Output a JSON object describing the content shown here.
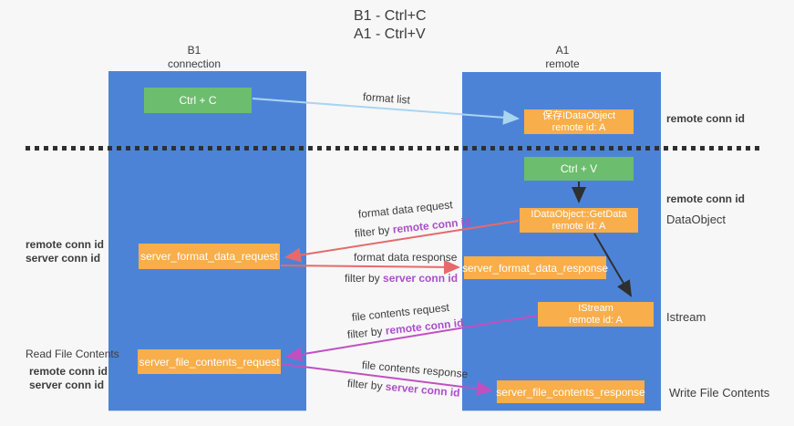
{
  "title": {
    "line1": "B1 - Ctrl+C",
    "line2": "A1 - Ctrl+V"
  },
  "lanes": {
    "left": {
      "name": "B1",
      "sub": "connection"
    },
    "right": {
      "name": "A1",
      "sub": "remote"
    }
  },
  "boxes": {
    "ctrl_c": "Ctrl + C",
    "ctrl_v": "Ctrl + V",
    "save_idataobject": {
      "line1": "保存IDataObject",
      "line2": "remote id: A"
    },
    "getdata": {
      "line1": "IDataObject::GetData",
      "line2": "remote id: A"
    },
    "istream": {
      "line1": "IStream",
      "line2": "remote id: A"
    },
    "server_format_data_request": "server_format_data_request",
    "server_format_data_response": "server_format_data_response",
    "server_file_contents_request": "server_file_contents_request",
    "server_file_contents_response": "server_file_contents_response"
  },
  "flow_labels": {
    "format_list": "format list",
    "format_data_request": "format data request",
    "format_data_response": "format data response",
    "file_contents_request": "file contents request",
    "file_contents_response": "file contents response",
    "filter_by": "filter by ",
    "remote_conn_id": "remote conn id",
    "server_conn_id": "server conn id"
  },
  "side_labels": {
    "left_mid_remote": "remote conn id",
    "left_mid_server": "server conn id",
    "read_file_contents": "Read File Contents",
    "left_bottom_remote": "remote conn id",
    "left_bottom_server": "server conn id",
    "right_top_remote": "remote conn id",
    "right_mid_remote": "remote conn id",
    "dataobject": "DataObject",
    "istream": "Istream",
    "write_file_contents": "Write File Contents"
  },
  "colors": {
    "lane_blue": "#4d83d7",
    "box_orange": "#f8ae4a",
    "box_green": "#6cbd6e",
    "arrow_lightblue": "#a9d5f1",
    "arrow_red": "#e66a6a",
    "arrow_magenta": "#c050c0",
    "arrow_black": "#2f2f2f",
    "text_purple": "#ab4fc8",
    "text_green": "#56b55c",
    "background": "#f7f7f8"
  }
}
